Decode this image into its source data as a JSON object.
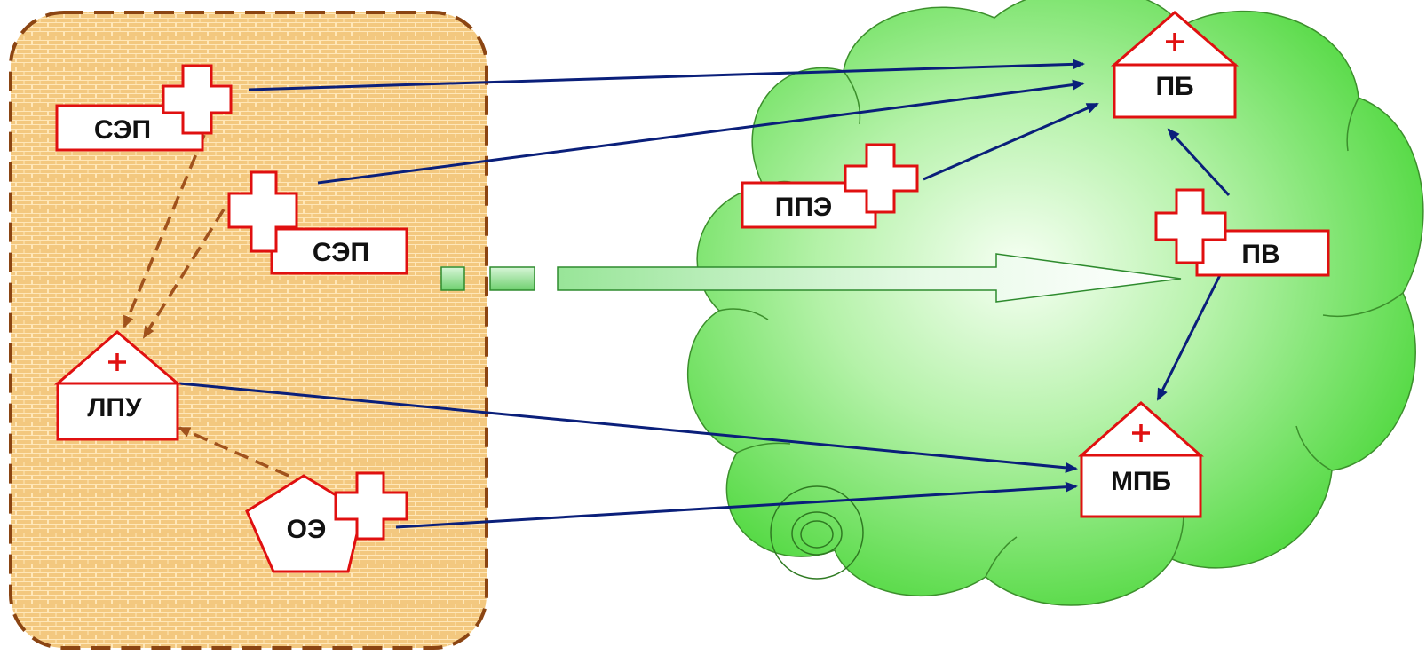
{
  "colors": {
    "zone_fill": "#f3c87f",
    "zone_border": "#8b4513",
    "cloud_fill": "#66e35a",
    "cloud_center": "#f6fff3",
    "cloud_stroke": "#3c8f2c",
    "node_red": "#e01010",
    "arrow_blue": "#0a1f7a",
    "arrow_brown": "#a0521d",
    "big_arrow_fill": "#8be28b"
  },
  "nodes": {
    "sep_top": "СЭП",
    "sep_mid": "СЭП",
    "lpu": "ЛПУ",
    "oe": "ОЭ",
    "ppe": "ППЭ",
    "pb": "ПБ",
    "pv": "ПВ",
    "mpb": "МПБ"
  }
}
